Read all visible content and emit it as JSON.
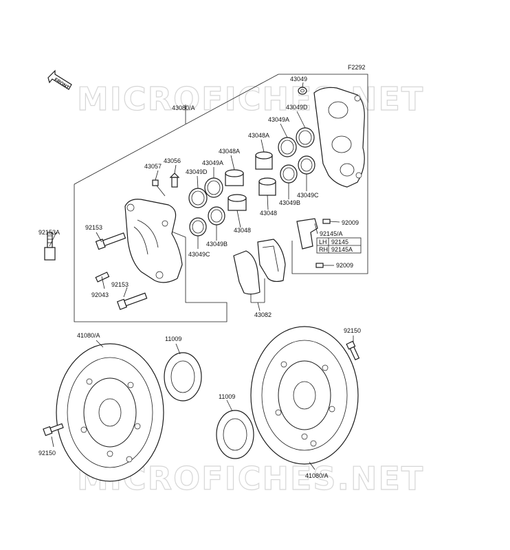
{
  "watermark": "MICROFICHES.NET",
  "figure_code": "F2292",
  "front_label": "FRONT",
  "parts": {
    "caliper_assembly": "43080/A",
    "seal_43049": "43049",
    "seal_43049d_upper": "43049D",
    "seal_43049a_upper": "43049A",
    "piston_43048a_right": "43048A",
    "piston_43048a_left": "43048A",
    "bleeder_43056": "43056",
    "bleeder_cap_43057": "43057",
    "seal_43049d_left": "43049D",
    "seal_43049a_left": "43049A",
    "bolt_92153a": "92153A",
    "bolt_92153_upper": "92153",
    "seal_43049c_right": "43049C",
    "seal_43049b_right": "43049B",
    "piston_43048_right": "43048",
    "piston_43048_left": "43048",
    "seal_43049b_left": "43049B",
    "seal_43049c_left": "43049C",
    "bolt_92009_upper": "92009",
    "spring_92145a": "92145/A",
    "lh_tag": "LH",
    "lh_part": "92145",
    "rh_tag": "RH",
    "rh_part": "92145A",
    "bolt_92009_lower": "92009",
    "pin_92043": "92043",
    "bolt_92153_lower": "92153",
    "pads_43082": "43082",
    "disc_left": "41080/A",
    "shim_left": "11009",
    "bolt_92150_right": "92150",
    "shim_right": "11009",
    "bolt_92150_left": "92150",
    "disc_right": "41080/A"
  }
}
